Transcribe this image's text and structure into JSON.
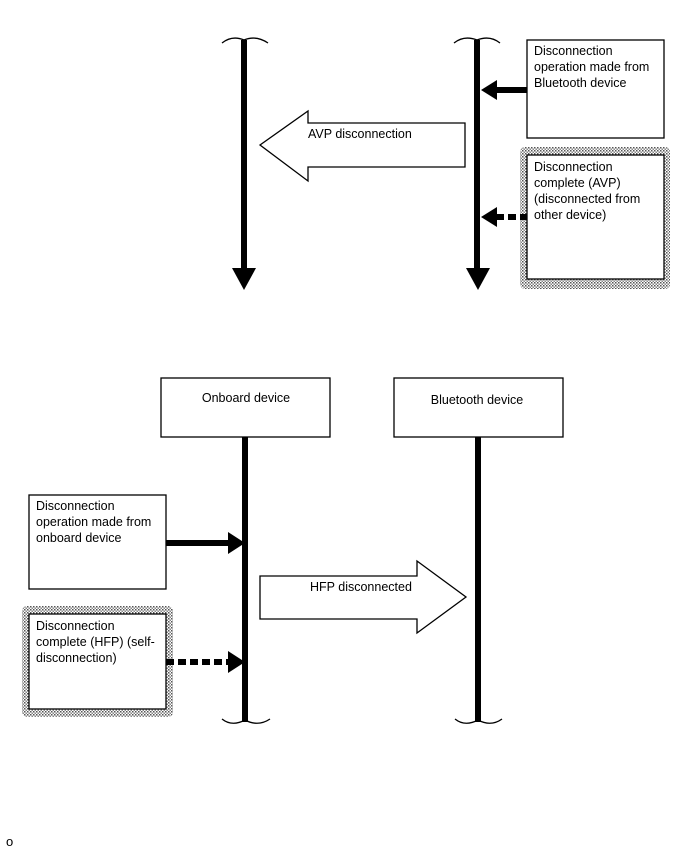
{
  "top_section": {
    "box_operation": [
      "Disconnection",
      "operation made from",
      "Bluetooth device"
    ],
    "arrow_avp": "AVP disconnection",
    "box_complete": [
      "Disconnection",
      "complete (AVP)",
      "(disconnected from",
      "other device)"
    ]
  },
  "bottom_section": {
    "onboard_device": "Onboard device",
    "bluetooth_device": "Bluetooth device",
    "box_operation": [
      "Disconnection",
      "operation made from",
      "onboard device"
    ],
    "arrow_hfp": "HFP disconnected",
    "box_complete": [
      "Disconnection",
      "complete (HFP) (self-",
      "disconnection)"
    ]
  },
  "footer_mark": "o"
}
